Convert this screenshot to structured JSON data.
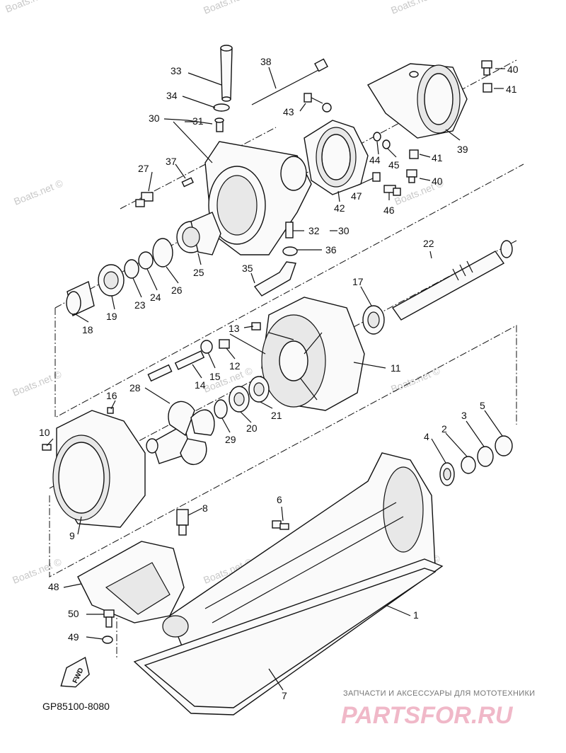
{
  "watermark": "Boats.net ©",
  "drawing_code": "GP85100-8080",
  "fwd_label": "FWD",
  "brand": {
    "tagline": "ЗАПЧАСТИ И АКСЕССУАРЫ ДЛЯ МОТОТЕХНИКИ",
    "logo": "PARTSFOR.RU"
  },
  "callouts": {
    "c1": "1",
    "c2": "2",
    "c3": "3",
    "c4": "4",
    "c5": "5",
    "c6": "6",
    "c7": "7",
    "c8": "8",
    "c9": "9",
    "c10": "10",
    "c11": "11",
    "c12": "12",
    "c13": "13",
    "c14": "14",
    "c15": "15",
    "c16": "16",
    "c17": "17",
    "c18": "18",
    "c19": "19",
    "c20": "20",
    "c21": "21",
    "c22": "22",
    "c23": "23",
    "c24": "24",
    "c25": "25",
    "c26": "26",
    "c27": "27",
    "c28": "28",
    "c29": "29",
    "c30a": "30",
    "c30b": "30",
    "c31": "31",
    "c32": "32",
    "c33": "33",
    "c34": "34",
    "c35": "35",
    "c36": "36",
    "c37": "37",
    "c38": "38",
    "c39": "39",
    "c40a": "40",
    "c40b": "40",
    "c41a": "41",
    "c41b": "41",
    "c42": "42",
    "c43": "43",
    "c44": "44",
    "c45": "45",
    "c46": "46",
    "c47": "47",
    "c48": "48",
    "c49": "49",
    "c50": "50"
  }
}
